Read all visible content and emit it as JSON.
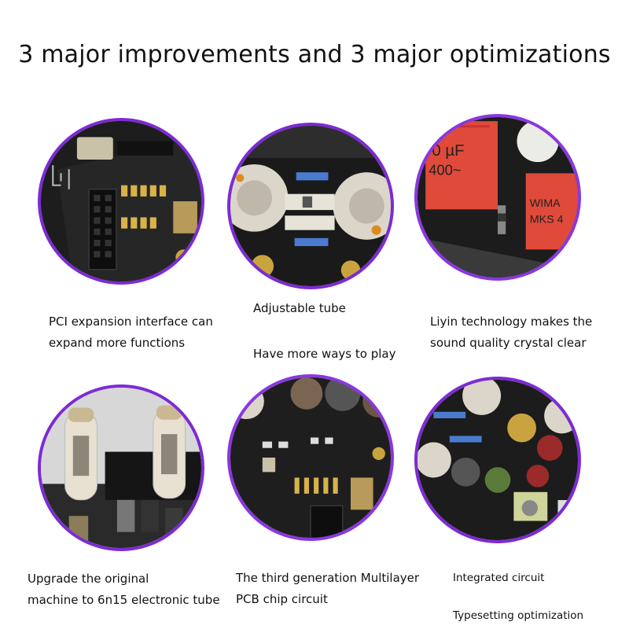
{
  "title": "3 major improvements and 3 major optimizations",
  "colors": {
    "ring_purple": "#7d2bd4",
    "ring_violet": "#8a37e0",
    "pcb_black": "#1c1c1c",
    "wima_red": "#e04a3a"
  },
  "features": [
    {
      "image": "pcb-pci-slot-photo",
      "lines": [
        "PCI expansion interface can",
        "expand more functions"
      ]
    },
    {
      "image": "tube-sockets-switch-photo",
      "lines": [
        "Adjustable tube",
        "Have more ways to play"
      ]
    },
    {
      "image": "wima-capacitor-photo",
      "lines": [
        "Liyin technology makes the",
        "sound quality crystal clear"
      ],
      "print": [
        "0 µF",
        "400~",
        "WIMA",
        "MKS 4"
      ]
    },
    {
      "image": "6n15-tubes-photo",
      "lines": [
        "Upgrade the original",
        "machine to 6n15 electronic tube"
      ]
    },
    {
      "image": "multilayer-pcb-photo",
      "lines": [
        "The third generation Multilayer",
        "PCB chip circuit"
      ]
    },
    {
      "image": "integrated-circuit-photo",
      "lines": [
        "Integrated circuit",
        "Typesetting optimization"
      ]
    }
  ]
}
